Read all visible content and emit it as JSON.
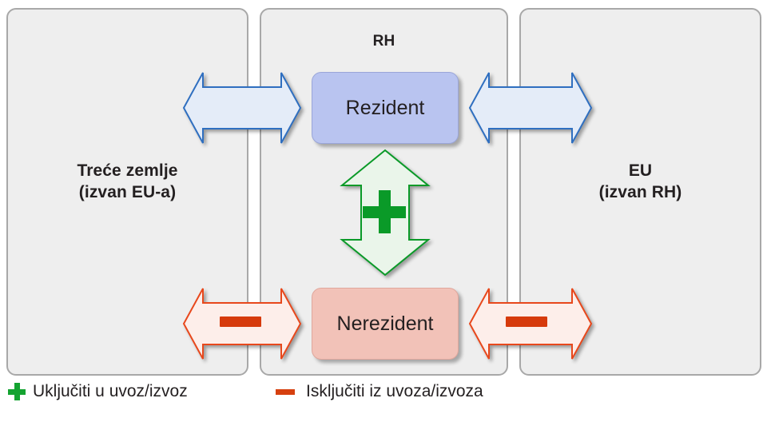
{
  "diagram": {
    "title_hidden": "",
    "panels": [
      {
        "id": "third-countries",
        "label_line1": "Treće zemlje",
        "label_line2": "(izvan EU-a)"
      },
      {
        "id": "rh",
        "label_line1": "RH",
        "label_line2": ""
      },
      {
        "id": "eu",
        "label_line1": "EU",
        "label_line2": "(izvan RH)"
      }
    ],
    "entities": [
      {
        "id": "rezident",
        "label": "Rezident",
        "color": "#b9c4f0"
      },
      {
        "id": "nerezident",
        "label": "Nerezident",
        "color": "#f2c2b8"
      }
    ],
    "flows": [
      {
        "id": "third-to-rezident",
        "direction": "bidirectional",
        "marker": "none",
        "color": "#2f6fc0",
        "fill": "#e4ecf8"
      },
      {
        "id": "rezident-to-eu",
        "direction": "bidirectional",
        "marker": "none",
        "color": "#2f6fc0",
        "fill": "#e4ecf8"
      },
      {
        "id": "third-to-nerezident",
        "direction": "bidirectional",
        "marker": "minus",
        "color": "#e8481c",
        "fill": "#fdeeea"
      },
      {
        "id": "nerezident-to-eu",
        "direction": "bidirectional",
        "marker": "minus",
        "color": "#e8481c",
        "fill": "#fdeeea"
      },
      {
        "id": "rezident-to-nerezident",
        "direction": "bidirectional-vertical",
        "marker": "plus",
        "color": "#0a9a28",
        "fill": "#eaf5ea"
      }
    ]
  },
  "legend": {
    "items": [
      {
        "icon": "plus-icon",
        "color": "#14a331",
        "label": "Uključiti u uvoz/izvoz"
      },
      {
        "icon": "minus-icon",
        "color": "#d6400f",
        "label": "Isključiti iz uvoza/izvoza"
      }
    ]
  },
  "colors": {
    "panel_background": "#eeeeee",
    "panel_border": "#a8a8a8",
    "text": "#231f20",
    "blue_arrow_border": "#2f6fc0",
    "blue_arrow_fill": "#e4ecf8",
    "red_arrow_border": "#e8481c",
    "red_arrow_fill": "#fdeeea",
    "green_arrow_border": "#0a9a28",
    "green_arrow_fill": "#eaf5ea"
  }
}
